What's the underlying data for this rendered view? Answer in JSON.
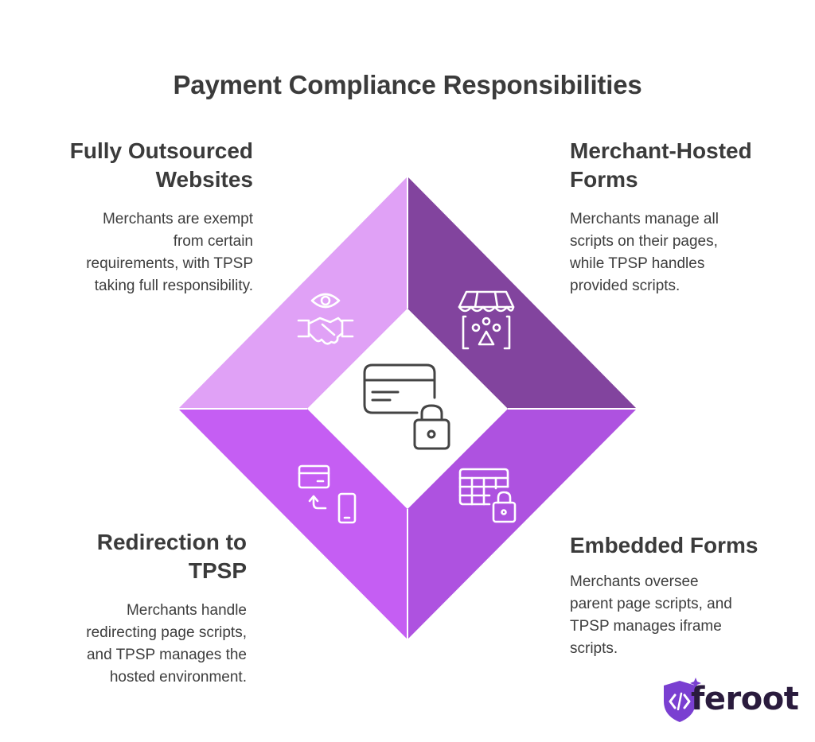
{
  "title": "Payment Compliance Responsibilities",
  "quadrants": [
    {
      "heading_lines": [
        "Fully Outsourced",
        "Websites"
      ],
      "description_lines": [
        "Merchants are exempt",
        "from certain",
        "requirements, with TPSP",
        "taking full responsibility."
      ],
      "color": "#e0a1f6",
      "icon": "eye-handshake-icon"
    },
    {
      "heading_lines": [
        "Merchant-Hosted",
        "Forms"
      ],
      "description_lines": [
        "Merchants manage all",
        "scripts on their pages,",
        "while TPSP handles",
        "provided scripts."
      ],
      "color": "#82449e",
      "icon": "storefront-icon"
    },
    {
      "heading_lines": [
        "Redirection to",
        "TPSP"
      ],
      "description_lines": [
        "Merchants handle",
        "redirecting page scripts,",
        "and TPSP manages the",
        "hosted environment."
      ],
      "color": "#c55ef3",
      "icon": "card-redirect-phone-icon"
    },
    {
      "heading_lines": [
        "Embedded Forms"
      ],
      "description_lines": [
        "Merchants oversee",
        "parent page scripts, and",
        "TPSP manages iframe",
        "scripts."
      ],
      "color": "#ae52e0",
      "icon": "table-lock-icon"
    }
  ],
  "center_icon": "card-lock-icon",
  "logo": {
    "text": "feroot",
    "color": "#7a3fd1"
  }
}
